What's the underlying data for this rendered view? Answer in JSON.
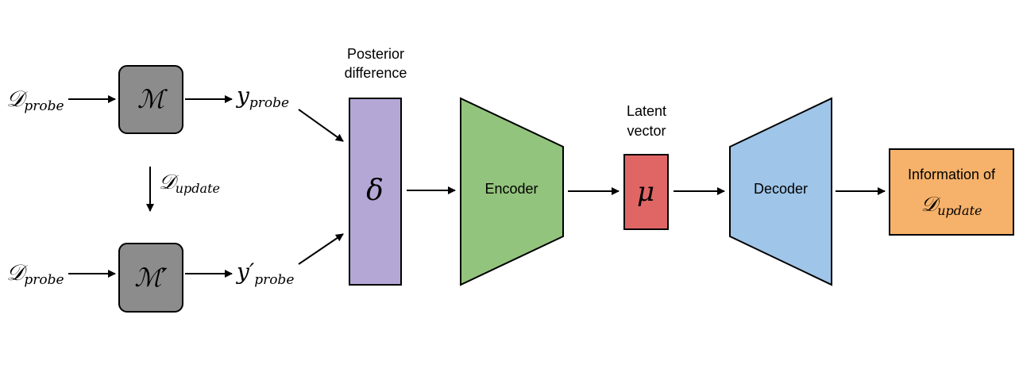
{
  "inputs": {
    "d_probe_top": {
      "main": "𝒟",
      "sub": "probe"
    },
    "d_probe_bottom": {
      "main": "𝒟",
      "sub": "probe"
    },
    "d_update": {
      "main": "𝒟",
      "sub": "update"
    }
  },
  "models": {
    "model": "ℳ",
    "model_updated": "ℳ′"
  },
  "outputs": {
    "y_probe": {
      "main": "y",
      "sub": "probe"
    },
    "y_probe_prime": {
      "main": "y′",
      "sub": "probe"
    }
  },
  "posterior": {
    "label_line1": "Posterior",
    "label_line2": "difference",
    "symbol": "δ"
  },
  "encoder": {
    "label": "Encoder"
  },
  "latent": {
    "label_line1": "Latent",
    "label_line2": "vector",
    "symbol": "μ"
  },
  "decoder": {
    "label": "Decoder"
  },
  "information": {
    "label_line1": "Information of",
    "symbol_main": "𝒟",
    "symbol_sub": "update"
  },
  "colors": {
    "model_fill": "#8c8c8c",
    "posterior_fill": "#b4a7d6",
    "encoder_fill": "#93c47d",
    "latent_fill": "#e06666",
    "decoder_fill": "#9fc5e8",
    "information_fill": "#f6b26b"
  }
}
